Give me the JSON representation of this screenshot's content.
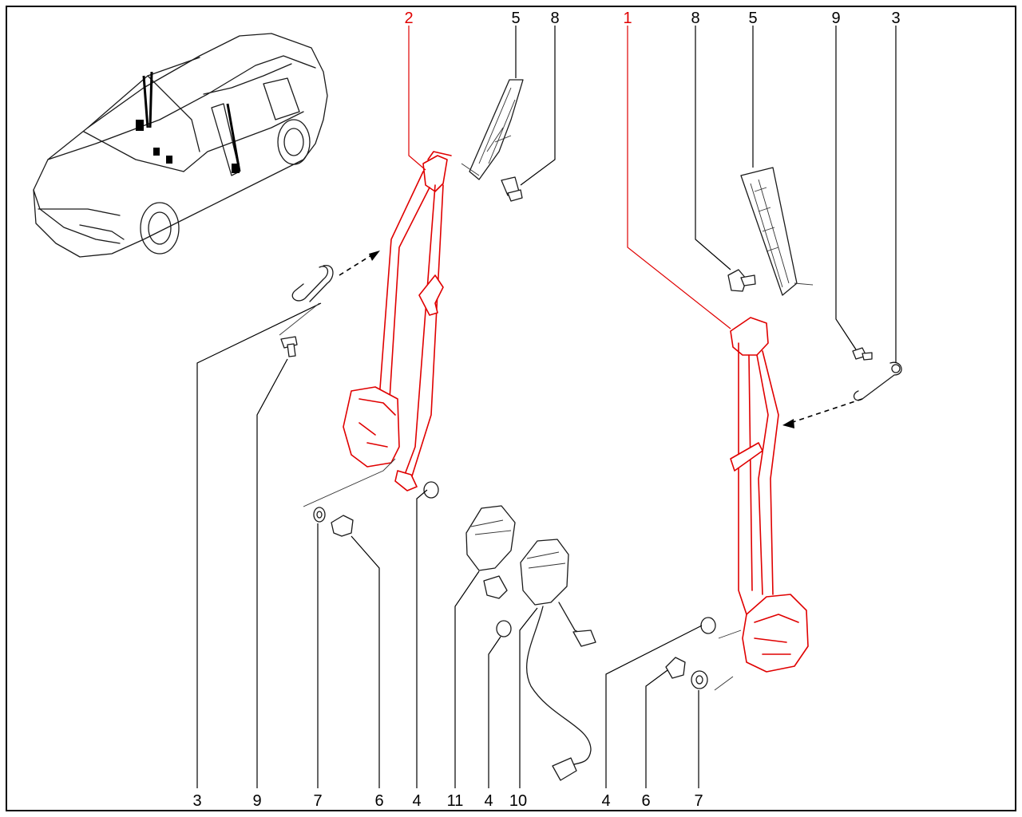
{
  "callouts": {
    "top": [
      {
        "text": "2",
        "color": "#e00000"
      },
      {
        "text": "5",
        "color": "#000000"
      },
      {
        "text": "8",
        "color": "#000000"
      },
      {
        "text": "1",
        "color": "#e00000"
      },
      {
        "text": "8",
        "color": "#000000"
      },
      {
        "text": "5",
        "color": "#000000"
      },
      {
        "text": "9",
        "color": "#000000"
      },
      {
        "text": "3",
        "color": "#000000"
      }
    ],
    "bottom": [
      {
        "text": "3"
      },
      {
        "text": "9"
      },
      {
        "text": "7"
      },
      {
        "text": "6"
      },
      {
        "text": "4"
      },
      {
        "text": "11"
      },
      {
        "text": "4"
      },
      {
        "text": "10"
      },
      {
        "text": "4"
      },
      {
        "text": "6"
      },
      {
        "text": "7"
      }
    ]
  },
  "colors": {
    "highlight": "#e00000",
    "line": "#1a1a1a",
    "background": "#ffffff"
  }
}
